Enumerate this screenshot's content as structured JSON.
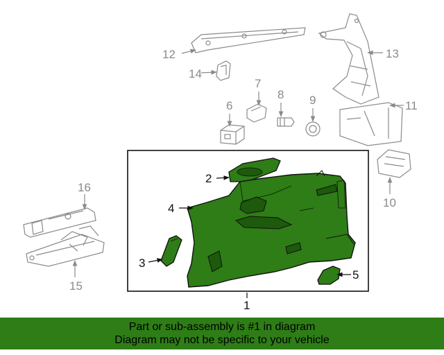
{
  "colors": {
    "highlight": "#2e7d16",
    "highlight_dark": "#1d5a0c",
    "line_gray": "#8a8a8a",
    "banner_bg": "#2e7d16"
  },
  "callouts": {
    "c1": "1",
    "c2": "2",
    "c3": "3",
    "c4": "4",
    "c5": "5",
    "c6": "6",
    "c7": "7",
    "c8": "8",
    "c9": "9",
    "c10": "10",
    "c11": "11",
    "c12": "12",
    "c13": "13",
    "c14": "14",
    "c15": "15",
    "c16": "16"
  },
  "banner": {
    "line1": "Part or sub-assembly is #1 in diagram",
    "line2": "Diagram may not be specific to your vehicle"
  }
}
